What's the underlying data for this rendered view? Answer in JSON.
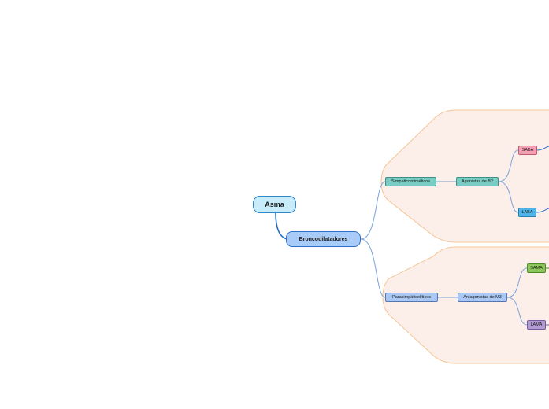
{
  "mind_map": {
    "root": {
      "label": "Asma",
      "color": "#c9ecfb"
    },
    "main_topic": {
      "label": "Broncodilatadores",
      "color": "#a9cbf7"
    },
    "branches": [
      {
        "label": "Simpaticomiméticos",
        "color": "#79ccc4",
        "child": {
          "label": "Agonistas de B2",
          "children": [
            {
              "label": "SABA",
              "color": "#f4a0b4"
            },
            {
              "label": "LABA",
              "color": "#4fb5e8"
            }
          ]
        }
      },
      {
        "label": "Parasimpáticolíticos",
        "color": "#a9c8f4",
        "child": {
          "label": "Antagonistas de M3",
          "children": [
            {
              "label": "SAMA",
              "color": "#8cc65a"
            },
            {
              "label": "LAMA",
              "color": "#b39bd3"
            }
          ]
        }
      }
    ],
    "colors": {
      "boundary_fill": "#fcefe9",
      "boundary_stroke": "#f5c494",
      "connector": "#7aa3dc",
      "root_connector": "#1f6fc0"
    }
  }
}
